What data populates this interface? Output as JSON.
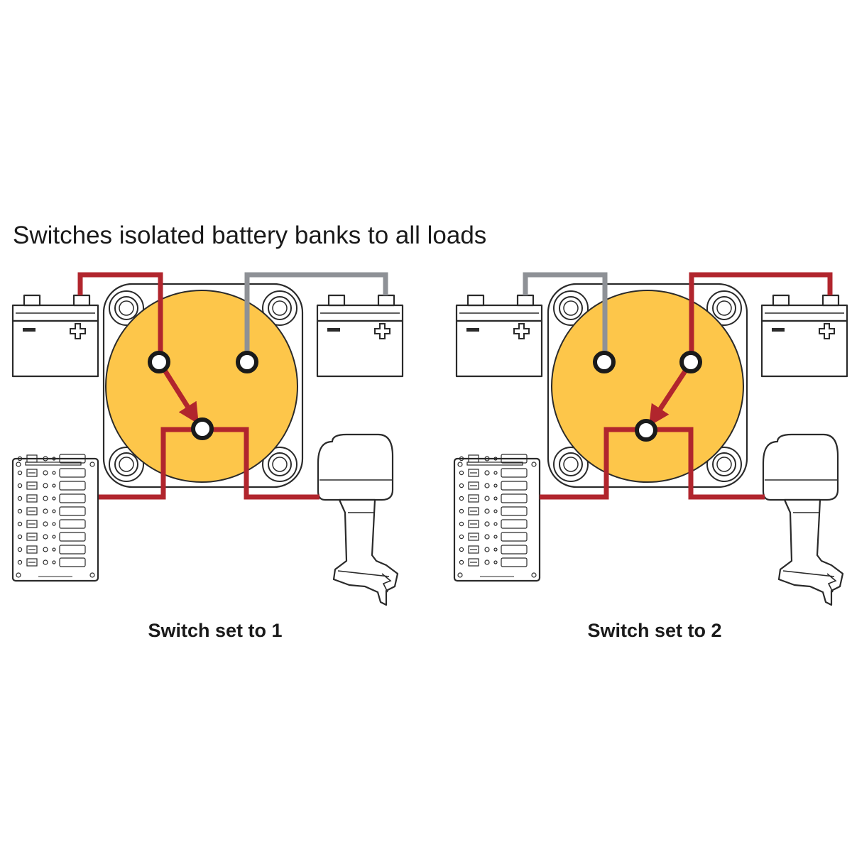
{
  "title": "Switches isolated battery banks to all loads",
  "panels": [
    {
      "caption": "Switch set to 1",
      "active_input": "1"
    },
    {
      "caption": "Switch set to 2",
      "active_input": "2"
    }
  ],
  "symbols": {
    "negative": "−",
    "positive": "+"
  },
  "colors": {
    "active_wire": "#b1252d",
    "inactive_wire": "#8e9196",
    "switch_body": "#fdc64a"
  },
  "icons": [
    "battery-icon",
    "battery-switch-icon",
    "breaker-panel-icon",
    "outboard-motor-icon"
  ]
}
